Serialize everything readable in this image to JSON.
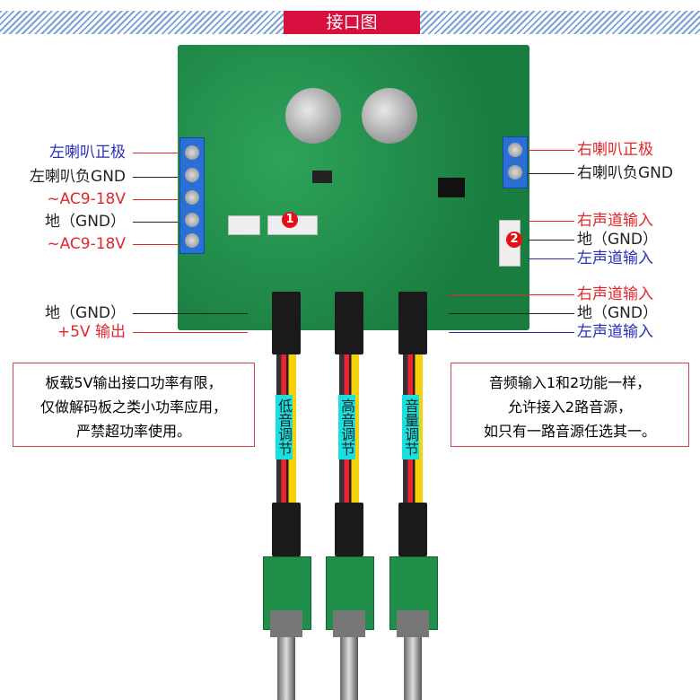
{
  "header": {
    "title": "接口图"
  },
  "left_labels": [
    {
      "text": "左喇叭正极",
      "color": "#2a2fb8"
    },
    {
      "text": "左喇叭负GND",
      "color": "#222222"
    },
    {
      "text": "~AC9-18V",
      "color": "#e3262b"
    },
    {
      "text": "地（GND）",
      "color": "#222222"
    },
    {
      "text": "~AC9-18V",
      "color": "#e3262b"
    },
    {
      "text": "地（GND）",
      "color": "#222222"
    },
    {
      "text": "+5V 输出",
      "color": "#e3262b"
    }
  ],
  "right_labels": [
    {
      "text": "右喇叭正极",
      "color": "#e3262b"
    },
    {
      "text": "右喇叭负GND",
      "color": "#222222"
    },
    {
      "text": "右声道输入",
      "color": "#e3262b"
    },
    {
      "text": "地（GND）",
      "color": "#222222"
    },
    {
      "text": "左声道输入",
      "color": "#2a2fb8"
    },
    {
      "text": "右声道输入",
      "color": "#e3262b"
    },
    {
      "text": "地（GND）",
      "color": "#222222"
    },
    {
      "text": "左声道输入",
      "color": "#2a2fb8"
    }
  ],
  "markers": {
    "one": "1",
    "two": "2"
  },
  "notes": {
    "left": [
      "板载5V输出接口功率有限，",
      "仅做解码板之类小功率应用，",
      "严禁超功率使用。"
    ],
    "right": [
      "音频输入1和2功能一样，",
      "允许接入2路音源，",
      "如只有一路音源任选其一。"
    ]
  },
  "knobs": [
    "低音调节",
    "高音调节",
    "音量调节"
  ]
}
